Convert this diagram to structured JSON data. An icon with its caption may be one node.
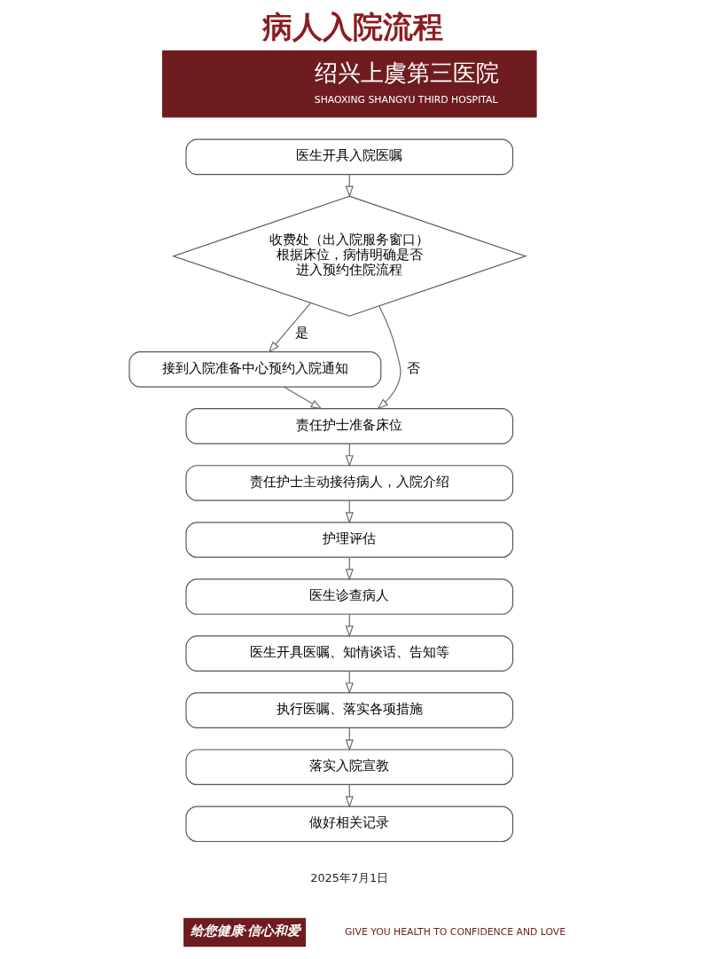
{
  "diagram": {
    "title": "病人入院流程",
    "nodes": [
      {
        "text": [
          "医生开具入院医嘱"
        ]
      },
      {
        "text": [
          "收费处（出入院服务窗口）根据床位，病情明确是否进入预约住院流程"
        ]
      },
      {
        "text": [
          "接到入院准备中心预约入院通知"
        ]
      },
      {
        "text": [
          "责任护士准备床位"
        ]
      },
      {
        "text": [
          "责任护士主动接待病人，入院介绍"
        ]
      },
      {
        "text": [
          "护理评估"
        ]
      },
      {
        "text": [
          "医生诊查病人"
        ]
      },
      {
        "text": [
          "医生开具医嘱、知情谈话、告知等"
        ]
      },
      {
        "text": [
          "执行医嘱、落实各项措施"
        ]
      },
      {
        "text": [
          "落实入院宣教"
        ]
      },
      {
        "text": [
          "做好相关记录"
        ]
      }
    ],
    "edges": [
      {
        "from": 0,
        "to": 1,
        "arrow": "to"
      },
      {
        "from": 1,
        "to": 2,
        "arrow": "to",
        "label": "是"
      },
      {
        "from": 1,
        "to": 3,
        "arrow": "to",
        "label": "否"
      },
      {
        "from": 2,
        "to": 3,
        "arrow": "to"
      },
      {
        "from": 3,
        "to": 4,
        "arrow": "to"
      },
      {
        "from": 4,
        "to": 5,
        "arrow": "to"
      },
      {
        "from": 5,
        "to": 6,
        "arrow": "to"
      },
      {
        "from": 6,
        "to": 7,
        "arrow": "to"
      },
      {
        "from": 7,
        "to": 8,
        "arrow": "to"
      },
      {
        "from": 8,
        "to": 9,
        "arrow": "to"
      },
      {
        "from": 9,
        "to": 10,
        "arrow": "to"
      }
    ],
    "labels": [
      "绍兴上虞第三医院",
      "SHAOXING SHANGYU THIRD HOSPITAL",
      "2025年7月1日",
      "给您健康·信心和爱",
      "GIVE YOU HEALTH TO CONFIDENCE AND LOVE"
    ]
  }
}
